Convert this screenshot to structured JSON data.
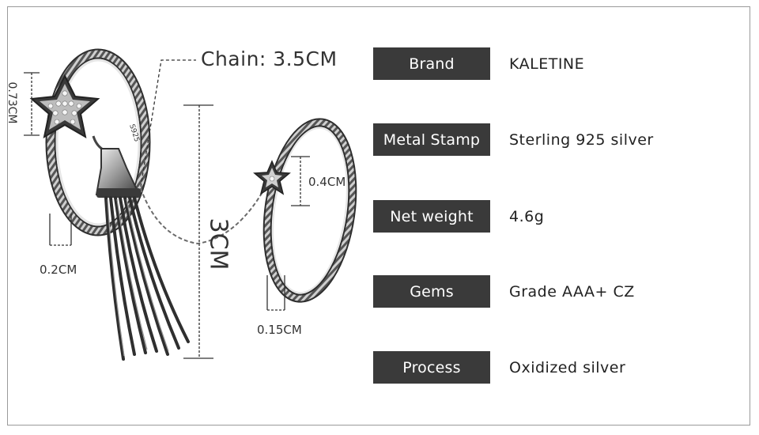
{
  "dimensions": {
    "chain": "Chain: 3.5CM",
    "star_height": "0.73CM",
    "band_width_left": "0.2CM",
    "tassel_length": "3CM",
    "small_star": "0.4CM",
    "band_width_right": "0.15CM"
  },
  "specs": [
    {
      "label": "Brand",
      "value": "KALETINE"
    },
    {
      "label": "Metal Stamp",
      "value": "Sterling 925 silver"
    },
    {
      "label": "Net weight",
      "value": "4.6g"
    },
    {
      "label": "Gems",
      "value": "Grade AAA+ CZ"
    },
    {
      "label": "Process",
      "value": "Oxidized silver"
    }
  ],
  "colors": {
    "label_bg": "#3a3a3a",
    "label_text": "#ffffff",
    "frame": "#9a9a9a"
  }
}
